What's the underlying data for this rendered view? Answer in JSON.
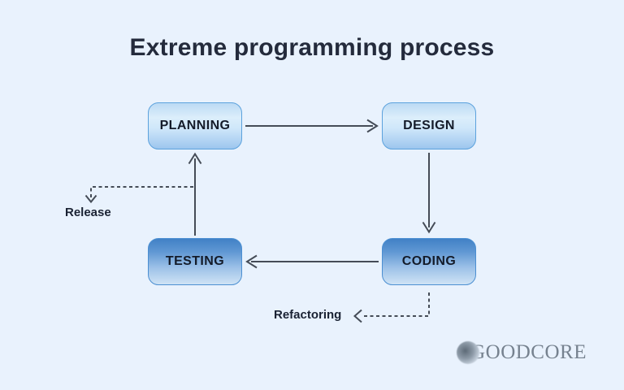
{
  "title": "Extreme programming process",
  "diagram": {
    "nodes": [
      {
        "id": "planning",
        "label": "PLANNING",
        "variant": "light"
      },
      {
        "id": "design",
        "label": "DESIGN",
        "variant": "light"
      },
      {
        "id": "coding",
        "label": "CODING",
        "variant": "dark"
      },
      {
        "id": "testing",
        "label": "TESTING",
        "variant": "dark"
      }
    ],
    "edges": [
      {
        "from": "PLANNING",
        "to": "DESIGN",
        "style": "solid-arrow"
      },
      {
        "from": "DESIGN",
        "to": "CODING",
        "style": "solid-arrow"
      },
      {
        "from": "CODING",
        "to": "TESTING",
        "style": "solid-arrow"
      },
      {
        "from": "TESTING",
        "to": "PLANNING",
        "style": "solid-arrow"
      },
      {
        "from": "TESTING-PLANNING-line",
        "to": "Release",
        "style": "dashed-arrow"
      },
      {
        "from": "CODING",
        "to": "Refactoring",
        "style": "dashed-arrow"
      }
    ],
    "annotations": [
      {
        "id": "release",
        "label": "Release"
      },
      {
        "id": "refactoring",
        "label": "Refactoring"
      }
    ]
  },
  "logo": {
    "text": "GOODCORE",
    "icon": "sphere-icon"
  },
  "colors": {
    "background": "#e9f2fd",
    "title_text": "#242b3c",
    "node_border": "#5ca2dd",
    "node_light_top": "#bcdaf4",
    "node_light_bottom": "#9dc6ee",
    "node_dark_top": "#4181c6",
    "node_dark_bottom": "#cfe3f5",
    "node_text": "#141b29",
    "arrow": "#454c57",
    "annotation_text": "#1a2233",
    "logo_text": "#76828f"
  }
}
